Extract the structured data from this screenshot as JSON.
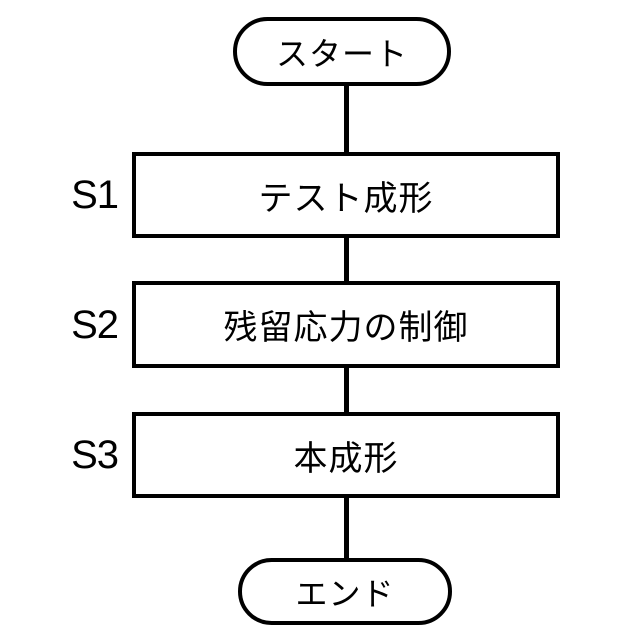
{
  "diagram": {
    "type": "flowchart",
    "start_label": "スタート",
    "end_label": "エンド",
    "steps": [
      {
        "id": "S1",
        "label": "テスト成形"
      },
      {
        "id": "S2",
        "label": "残留応力の制御"
      },
      {
        "id": "S3",
        "label": "本成形"
      }
    ],
    "colors": {
      "stroke": "#000000",
      "fill": "#ffffff",
      "text": "#000000"
    }
  }
}
